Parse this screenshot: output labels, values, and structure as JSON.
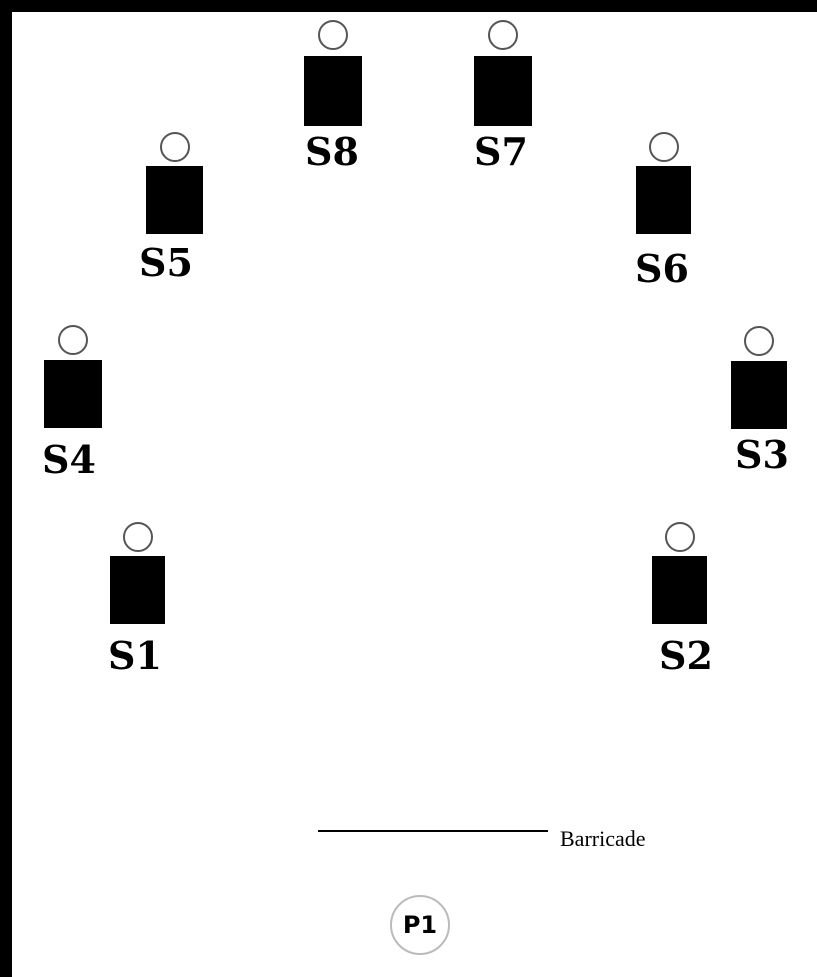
{
  "stations": [
    {
      "id": "s1",
      "label": "S1"
    },
    {
      "id": "s2",
      "label": "S2"
    },
    {
      "id": "s3",
      "label": "S3"
    },
    {
      "id": "s4",
      "label": "S4"
    },
    {
      "id": "s5",
      "label": "S5"
    },
    {
      "id": "s6",
      "label": "S6"
    },
    {
      "id": "s7",
      "label": "S7"
    },
    {
      "id": "s8",
      "label": "S8"
    }
  ],
  "barricade": {
    "label": "Barricade"
  },
  "p1": {
    "label": "P1"
  },
  "colors": {
    "figure": "#000000",
    "head_outline": "#555555",
    "p1_outline": "#bbbbbb"
  }
}
